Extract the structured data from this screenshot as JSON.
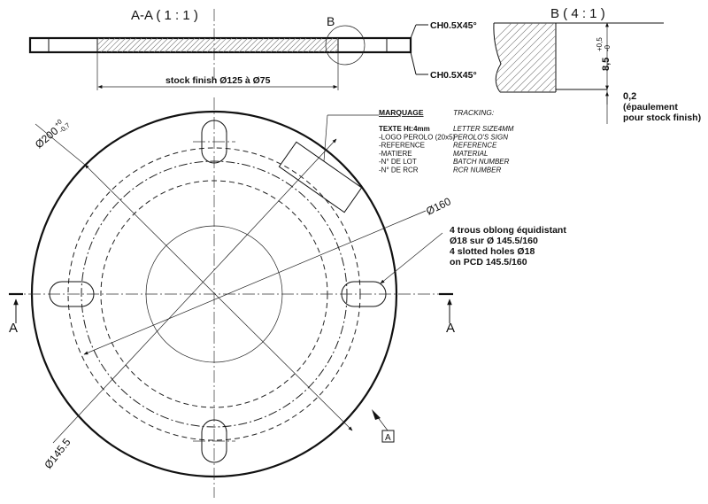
{
  "section_view": {
    "title": "A-A ( 1 : 1 )",
    "detail_callout": "B",
    "chamfer_top": "CH0.5X45°",
    "chamfer_bottom": "CH0.5X45°",
    "stock_finish": "stock finish Ø125 à Ø75"
  },
  "detail_view": {
    "title": "B ( 4 : 1 )",
    "height_dim": "8,5",
    "height_tol_upper": "+0,5",
    "height_tol_lower": "-0",
    "step_value": "0,2",
    "step_note_line1": "(épaulement",
    "step_note_line2": "pour stock finish)"
  },
  "marking": {
    "heading": "MARQUAGE",
    "tracking_heading": "TRACKING:",
    "fr_lines": [
      "TEXTE Ht:4mm",
      "-LOGO PEROLO (20x5)",
      "-REFERENCE",
      "-MATIERE",
      "-N° DE LOT",
      "-N° DE RCR"
    ],
    "en_lines": [
      "LETTER SIZE4MM",
      "PEROLO'S SIGN",
      "REFERENCE",
      "MATERIAL",
      "BATCH NUMBER",
      "RCR NUMBER"
    ]
  },
  "plan_view": {
    "dim_outer": "Ø200",
    "dim_outer_tol_upper": "+0",
    "dim_outer_tol_lower": "-0,7",
    "dim_pcd160": "Ø160",
    "dim_pcd145": "Ø145.5",
    "holes_note": [
      "4 trous oblong équidistant",
      "Ø18 sur Ø 145.5/160",
      "4 slotted holes Ø18",
      "on PCD 145.5/160"
    ],
    "section_label_left": "A",
    "section_label_right": "A",
    "datum": "A"
  }
}
